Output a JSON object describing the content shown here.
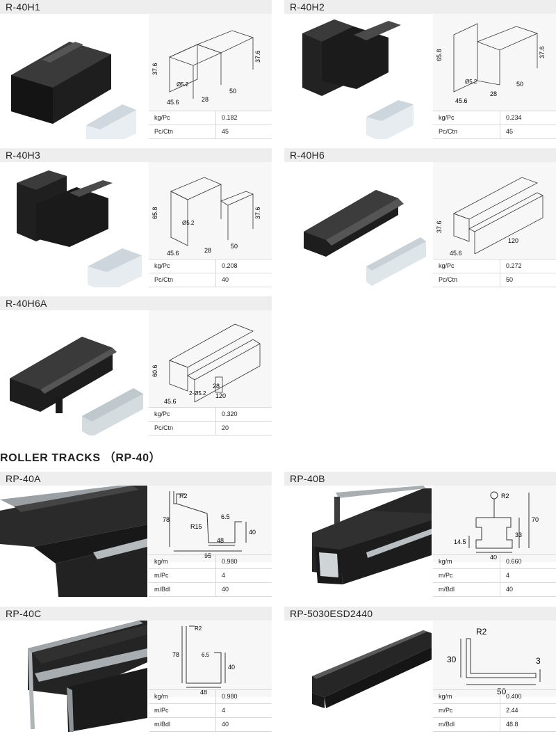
{
  "connectors": [
    {
      "title": "R-40H1",
      "specs": [
        {
          "label": "kg/Pc",
          "value": "0.182"
        },
        {
          "label": "Pc/Ctn",
          "value": "45"
        }
      ],
      "dims": {
        "a": "37.6",
        "b": "37.6",
        "c": "45.6",
        "d": "28",
        "e": "50",
        "hole": "Ø5.2"
      }
    },
    {
      "title": "R-40H2",
      "specs": [
        {
          "label": "kg/Pc",
          "value": "0.234"
        },
        {
          "label": "Pc/Ctn",
          "value": "45"
        }
      ],
      "dims": {
        "a": "65.8",
        "b": "37.6",
        "c": "45.6",
        "d": "28",
        "e": "50",
        "hole": "Ø5.2"
      }
    },
    {
      "title": "R-40H3",
      "specs": [
        {
          "label": "kg/Pc",
          "value": "0.208"
        },
        {
          "label": "Pc/Ctn",
          "value": "40"
        }
      ],
      "dims": {
        "a": "65.8",
        "b": "37.6",
        "c": "45.6",
        "d": "28",
        "e": "50",
        "hole": "Ø5.2"
      }
    },
    {
      "title": "R-40H6",
      "specs": [
        {
          "label": "kg/Pc",
          "value": "0.272"
        },
        {
          "label": "Pc/Ctn",
          "value": "50"
        }
      ],
      "dims": {
        "a": "37.6",
        "c": "45.6",
        "e": "120"
      }
    },
    {
      "title": "R-40H6A",
      "specs": [
        {
          "label": "kg/Pc",
          "value": "0.320"
        },
        {
          "label": "Pc/Ctn",
          "value": "20"
        }
      ],
      "dims": {
        "a": "60.6",
        "c": "45.6",
        "d": "28",
        "e": "120",
        "hole": "2-Ø5.2"
      }
    }
  ],
  "section_title": "ROLLER TRACKS （RP-40）",
  "tracks": [
    {
      "title": "RP-40A",
      "specs": [
        {
          "label": "kg/m",
          "value": "0.980"
        },
        {
          "label": "m/Pc",
          "value": "4"
        },
        {
          "label": "m/Bdl",
          "value": "40"
        }
      ],
      "dims": {
        "r1": "R2",
        "r2": "R15",
        "h": "78",
        "w": "95",
        "inner": "48",
        "lip": "6.5",
        "depth": "40"
      }
    },
    {
      "title": "RP-40B",
      "specs": [
        {
          "label": "kg/m",
          "value": "0.660"
        },
        {
          "label": "m/Pc",
          "value": "4"
        },
        {
          "label": "m/Bdl",
          "value": "40"
        }
      ],
      "dims": {
        "r1": "R2",
        "h": "70",
        "mid": "33",
        "side": "14.5",
        "w": "40"
      }
    },
    {
      "title": "RP-40C",
      "specs": [
        {
          "label": "kg/m",
          "value": "0.980"
        },
        {
          "label": "m/Pc",
          "value": "4"
        },
        {
          "label": "m/Bdl",
          "value": "40"
        }
      ],
      "dims": {
        "r1": "R2",
        "h": "78",
        "lip": "6.5",
        "depth": "40",
        "w": "48"
      }
    },
    {
      "title": "RP-5030ESD2440",
      "specs": [
        {
          "label": "kg/m",
          "value": "0.400"
        },
        {
          "label": "m/Pc",
          "value": "2.44"
        },
        {
          "label": "m/Bdl",
          "value": "48.8"
        }
      ],
      "dims": {
        "r1": "R2",
        "h": "30",
        "t": "3",
        "w": "50"
      }
    }
  ],
  "colors": {
    "header_bg": "#eeeeee",
    "drawing_bg": "#f7f7f7",
    "profile_black": "#1c1c1c",
    "line": "#d8d8d8"
  }
}
